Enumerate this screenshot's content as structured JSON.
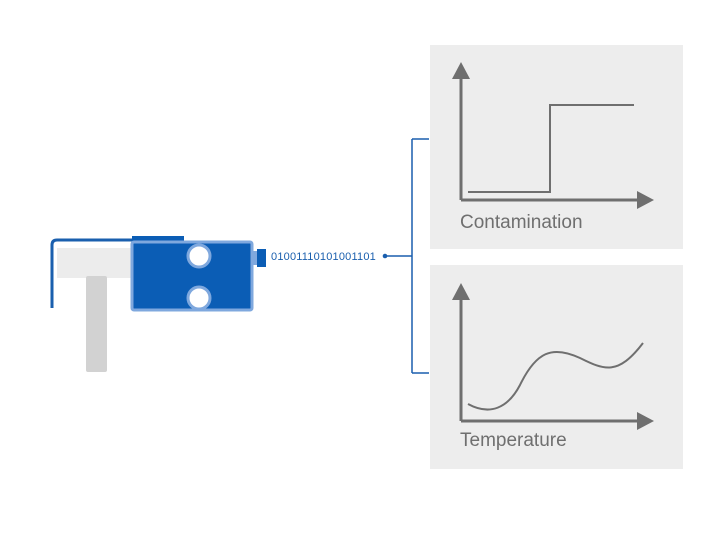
{
  "sensor": {
    "data_stream": "01001110101001101"
  },
  "panels": [
    {
      "label": "Contamination",
      "curve": "step"
    },
    {
      "label": "Temperature",
      "curve": "wave"
    }
  ],
  "colors": {
    "sensor_fill": "#0b5db5",
    "sensor_border": "#7fa8de",
    "bracket": "#1a5fae",
    "mount_gray": "#d2d2d2",
    "panel_bg": "#ededed",
    "plot_line": "#6f6f6f"
  }
}
